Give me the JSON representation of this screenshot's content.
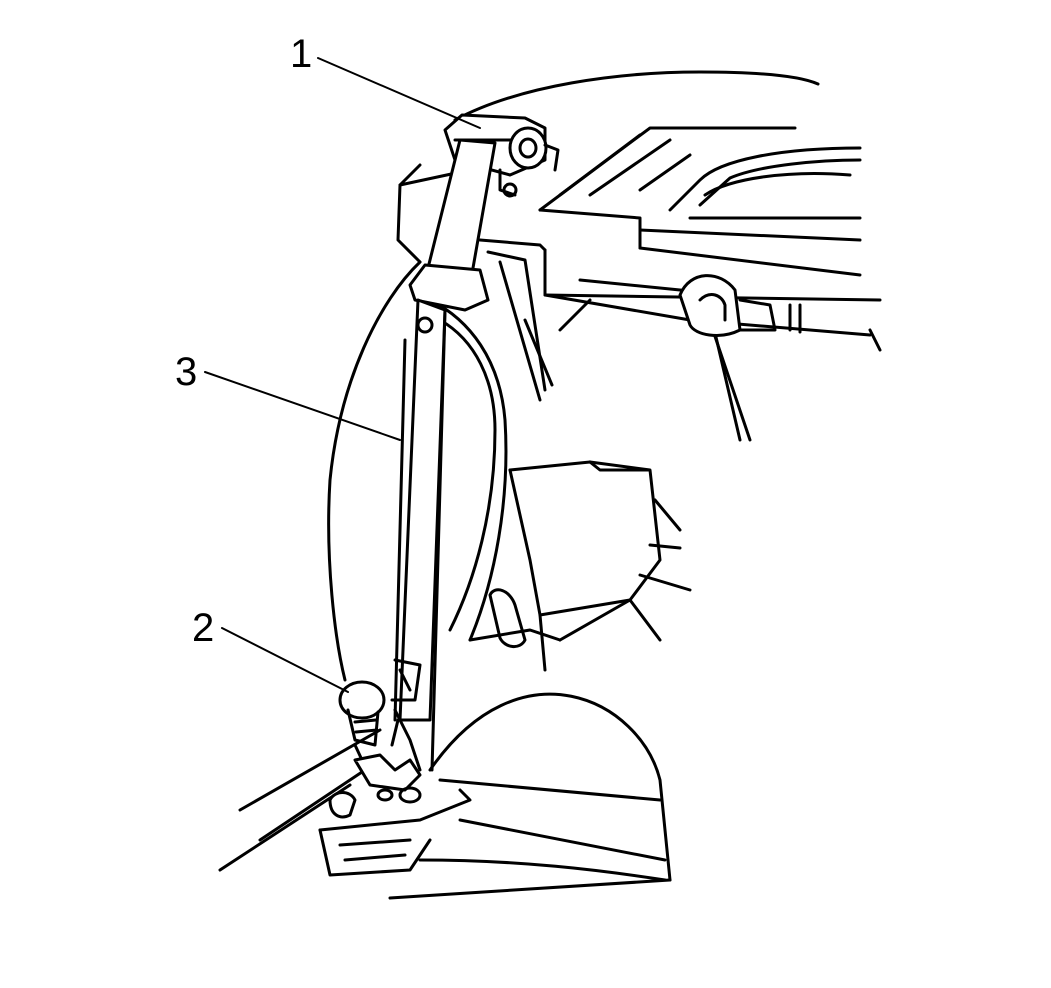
{
  "callouts": [
    {
      "number": "1",
      "part": "upper anchor"
    },
    {
      "number": "2",
      "part": "bolt"
    },
    {
      "number": "3",
      "part": "belt"
    }
  ],
  "colors": {
    "line": "#000000",
    "background": "#ffffff"
  }
}
